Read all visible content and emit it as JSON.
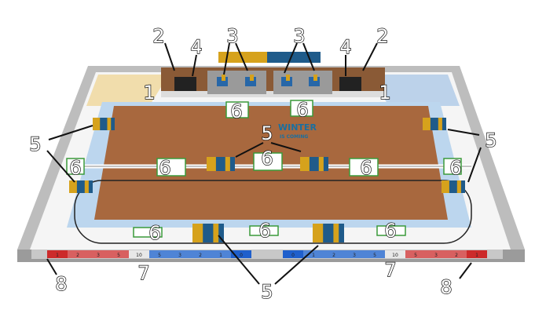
{
  "title": "Game field layout diagram",
  "logo": {
    "line1": "WINTER",
    "line2": "IS COMING"
  },
  "callouts": [
    {
      "label": "2"
    },
    {
      "label": "4"
    },
    {
      "label": "3"
    },
    {
      "label": "3"
    },
    {
      "label": "4"
    },
    {
      "label": "2"
    },
    {
      "label": "1"
    },
    {
      "label": "1"
    },
    {
      "label": "6"
    },
    {
      "label": "6"
    },
    {
      "label": "5"
    },
    {
      "label": "5"
    },
    {
      "label": "5"
    },
    {
      "label": "6"
    },
    {
      "label": "6"
    },
    {
      "label": "6"
    },
    {
      "label": "6"
    },
    {
      "label": "6"
    },
    {
      "label": "6"
    },
    {
      "label": "6"
    },
    {
      "label": "6"
    },
    {
      "label": "5"
    },
    {
      "label": "7"
    },
    {
      "label": "7"
    },
    {
      "label": "8"
    },
    {
      "label": "8"
    }
  ],
  "scale_left": [
    "1",
    "2",
    "3",
    "5",
    "10",
    "5",
    "3",
    "2",
    "1",
    "0"
  ],
  "scale_right": [
    "0",
    "1",
    "2",
    "3",
    "5",
    "10",
    "5",
    "3",
    "2",
    "1"
  ],
  "colors": {
    "frame": "#b9b9b9",
    "mat": "#a8683e",
    "white": "#f4f4f4",
    "ice": "#bcd6ee",
    "red": "#cc2a2a",
    "blue": "#2a66c8",
    "gold": "#d6a21c",
    "navy": "#1f5b8a"
  }
}
